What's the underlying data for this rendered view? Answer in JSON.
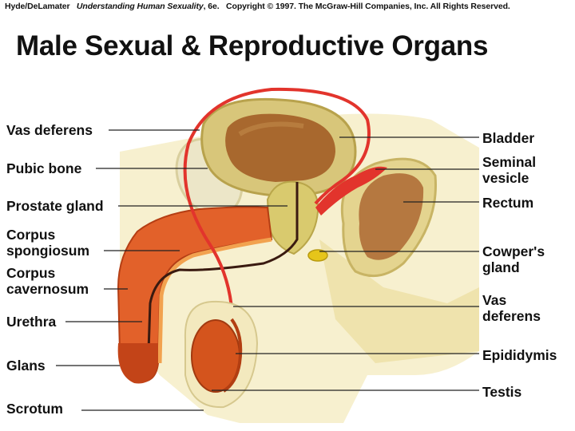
{
  "credit": {
    "authors": "Hyde/DeLamater",
    "book": "Understanding Human Sexuality",
    "edition": ", 6e.",
    "copyright": "Copyright © 1997. The McGraw-Hill Companies, Inc. All Rights Reserved."
  },
  "title": "Male Sexual & Reproductive Organs",
  "labels_left": [
    {
      "id": "vas-deferens-upper",
      "lines": [
        "Vas deferens"
      ]
    },
    {
      "id": "pubic-bone",
      "lines": [
        "Pubic bone"
      ]
    },
    {
      "id": "prostate-gland",
      "lines": [
        "Prostate gland"
      ]
    },
    {
      "id": "corpus-spongiosum",
      "lines": [
        "Corpus",
        "spongiosum"
      ]
    },
    {
      "id": "corpus-cavernosum",
      "lines": [
        "Corpus",
        "cavernosum"
      ]
    },
    {
      "id": "urethra",
      "lines": [
        "Urethra"
      ]
    },
    {
      "id": "glans",
      "lines": [
        "Glans"
      ]
    },
    {
      "id": "scrotum",
      "lines": [
        "Scrotum"
      ]
    }
  ],
  "labels_right": [
    {
      "id": "bladder",
      "lines": [
        "Bladder"
      ]
    },
    {
      "id": "seminal-vesicle",
      "lines": [
        "Seminal",
        "vesicle"
      ]
    },
    {
      "id": "rectum",
      "lines": [
        "Rectum"
      ]
    },
    {
      "id": "cowpers-gland",
      "lines": [
        "Cowper's",
        "gland"
      ]
    },
    {
      "id": "vas-deferens-lower",
      "lines": [
        "Vas",
        "deferens"
      ]
    },
    {
      "id": "epididymis",
      "lines": [
        "Epididymis"
      ]
    },
    {
      "id": "testis",
      "lines": [
        "Testis"
      ]
    }
  ],
  "colors": {
    "tissue_light": "#f6efc8",
    "tissue_mid": "#eadb97",
    "penis_orange": "#e2612a",
    "penis_dark": "#c34418",
    "vas_red": "#e2342c",
    "bladder_tan": "#d8c67a",
    "bladder_inner": "#a8682e",
    "rectum_brown": "#b57840",
    "testis_orange": "#d4541d",
    "gland_yellow": "#e6c51a",
    "leader_line": "#222222"
  }
}
